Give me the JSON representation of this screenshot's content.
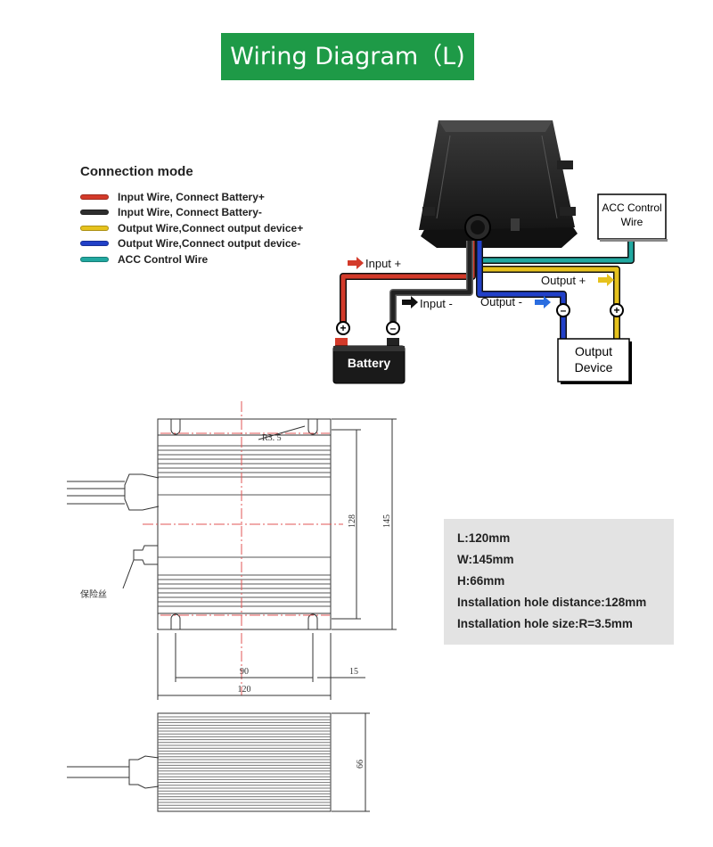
{
  "title": "Wiring Diagram（L)",
  "connection_mode": {
    "title": "Connection mode",
    "items": [
      {
        "label": "Input Wire, Connect Battery+",
        "color": "#d33a2a"
      },
      {
        "label": "Input Wire,  Connect Battery-",
        "color": "#2e2e2e"
      },
      {
        "label": "Output Wire,Connect output device+",
        "color": "#e6c21d"
      },
      {
        "label": "Output Wire,Connect output device-",
        "color": "#2140c8"
      },
      {
        "label": "ACC Control Wire",
        "color": "#21a8a0"
      }
    ]
  },
  "wiring": {
    "acc_box": [
      "ACC Control",
      "Wire"
    ],
    "input_plus": "Input +",
    "input_minus": "Input -",
    "output_plus": "Output +",
    "output_minus": "Output -",
    "battery": "Battery",
    "output_device": [
      "Output",
      "Device"
    ]
  },
  "drawing": {
    "fuse_label": "保险丝",
    "radius_label": "R3. 5",
    "dim_128": "128",
    "dim_145": "145",
    "dim_90": "90",
    "dim_15": "15",
    "dim_120": "120",
    "dim_66": "66"
  },
  "specs": [
    "L:120mm",
    "W:145mm",
    "H:66mm",
    "Installation hole distance:128mm",
    "Installation hole size:R=3.5mm"
  ]
}
